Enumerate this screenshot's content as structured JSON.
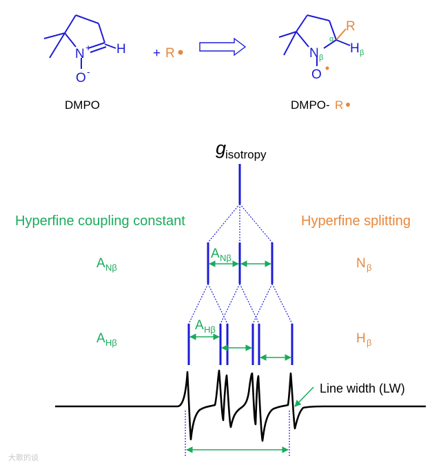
{
  "reaction": {
    "dmpo": {
      "n_plus": "N",
      "plus_sign": "+",
      "h_label": "H",
      "o_minus": "O",
      "minus_sign": "-",
      "caption": "DMPO"
    },
    "plus": "+",
    "radical_r": "R",
    "adduct": {
      "n_label": "N",
      "n_sub": "β",
      "o_label": "O",
      "r_label": "R",
      "alpha": "α",
      "h_label": "H",
      "h_sub": "β",
      "caption_prefix": "DMPO-",
      "caption_r": "R"
    }
  },
  "diagram": {
    "g_symbol": "g",
    "g_subscript": "isotropy",
    "left_heading": "Hyperfine coupling constant",
    "right_heading": "Hyperfine splitting",
    "level1_left": "A",
    "level1_left_sub": "Nβ",
    "level1_right": "N",
    "level1_right_sub": "β",
    "level1_arrow": "A",
    "level1_arrow_sub": "Nβ",
    "level2_left": "A",
    "level2_left_sub": "Hβ",
    "level2_right": "H",
    "level2_right_sub": "β",
    "level2_arrow": "A",
    "level2_arrow_sub": "Hβ",
    "linewidth_label": "Line width (LW)"
  },
  "watermark": "大歌的谈",
  "colors": {
    "blue": "#1b1bd6",
    "orange": "#e8873a",
    "green": "#1aab5a",
    "black": "#000000"
  }
}
